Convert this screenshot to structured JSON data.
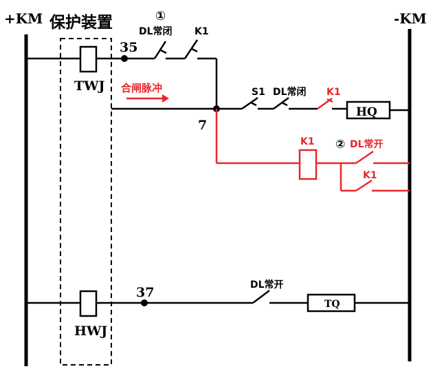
{
  "colors": {
    "black": "#000000",
    "red": "#e8272b",
    "background": "#ffffff"
  },
  "labels": {
    "pos_bus": "+KM",
    "neg_bus": "-KM",
    "protection_device": "保护装置",
    "circled_one": "①",
    "circled_two": "②",
    "dl_nc_top": "DL常闭",
    "k1_top": "K1",
    "node_35": "35",
    "twj": "TWJ",
    "close_pulse": "合闸脉冲",
    "s1": "S1",
    "dl_nc_mid": "DL常闭",
    "k1_red_mid": "K1",
    "hq": "HQ",
    "node_7": "7",
    "k1_coil_label": "K1",
    "dl_no_red": "DL常开",
    "k1_red_contact": "K1",
    "node_37": "37",
    "dl_no_bottom": "DL常开",
    "tq": "TQ",
    "hwj": "HWJ"
  }
}
